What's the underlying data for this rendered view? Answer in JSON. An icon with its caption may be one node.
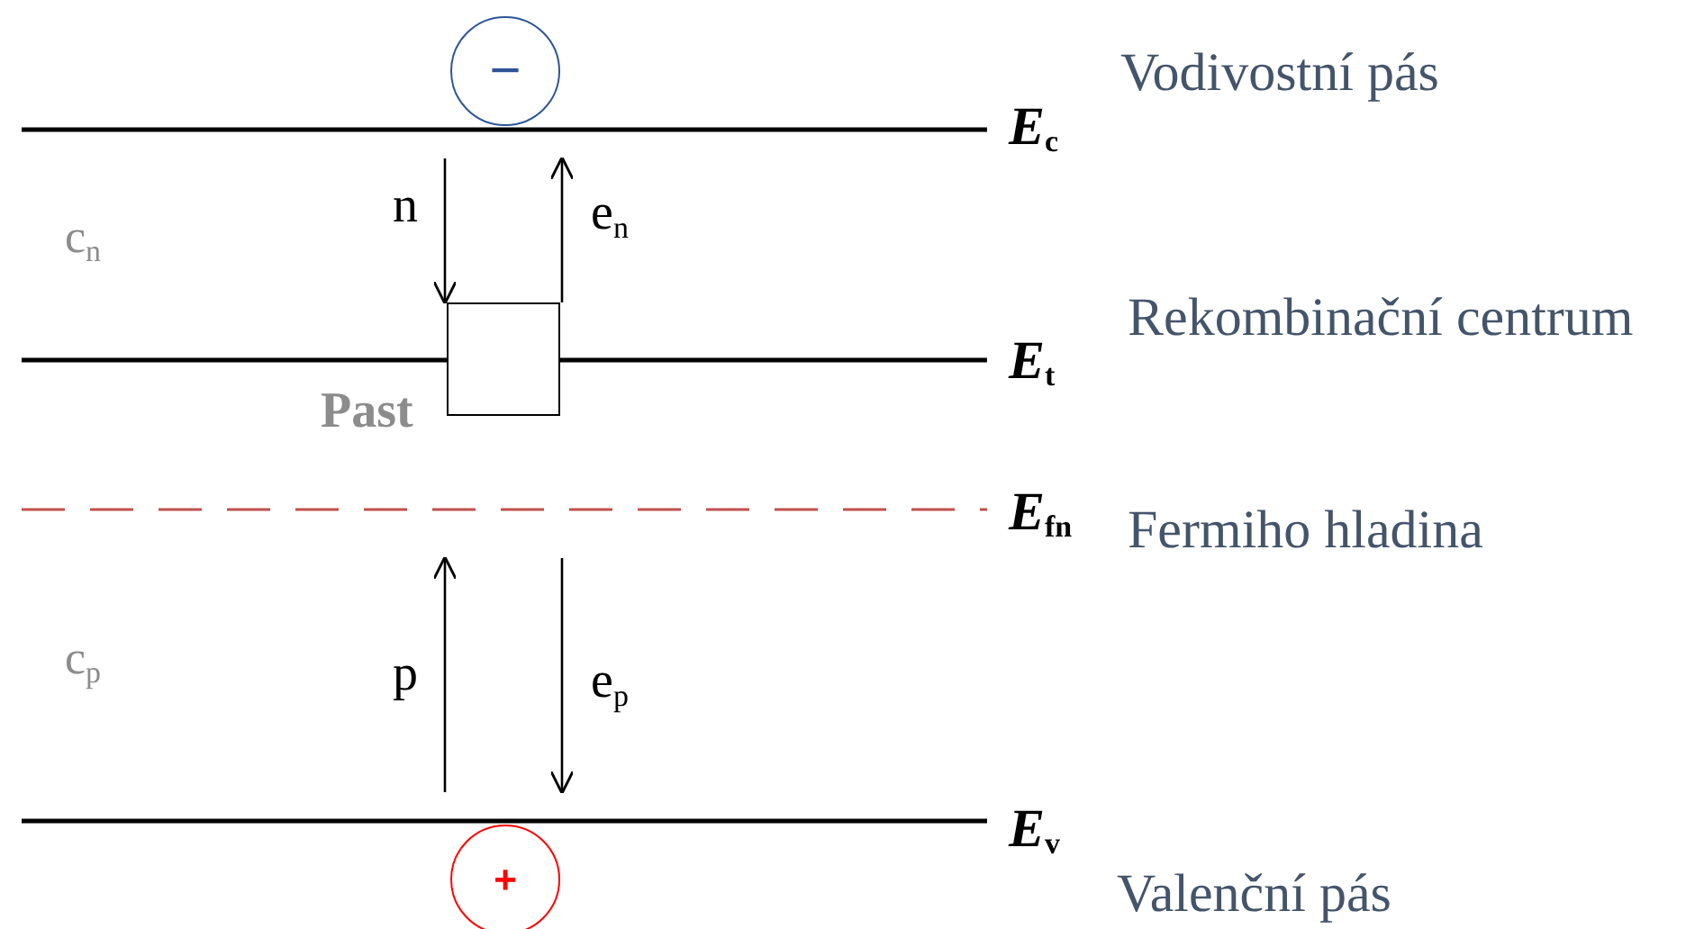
{
  "diagram": {
    "nodes": [
      {
        "text": [
          "−"
        ]
      },
      {
        "text": [
          "*E*$_{c}$",
          "Vodivostní pás"
        ]
      },
      {
        "text": [
          "*E*$_{t}$",
          "Rekombinační centrum"
        ]
      },
      {
        "text": [],
        "shape": "box",
        "beside": [
          "Past"
        ]
      },
      {
        "text": [
          "*E*$_{fn}$",
          "Fermiho hladina"
        ]
      },
      {
        "text": [
          "*E*$_{v}$",
          "Valenční pás"
        ]
      },
      {
        "text": [
          "+"
        ]
      }
    ],
    "edges": [
      {
        "from": 1,
        "to": 3,
        "arrow": "to",
        "label": "n"
      },
      {
        "from": 3,
        "to": 1,
        "arrow": "to",
        "label": "e$_{n}$"
      },
      {
        "from": 5,
        "to": 4,
        "arrow": "to",
        "label": "p"
      },
      {
        "from": 4,
        "to": 5,
        "arrow": "to",
        "label": "e$_{p}$"
      }
    ],
    "labels": [
      "c$_{n}$",
      "c$_{p}$"
    ]
  }
}
